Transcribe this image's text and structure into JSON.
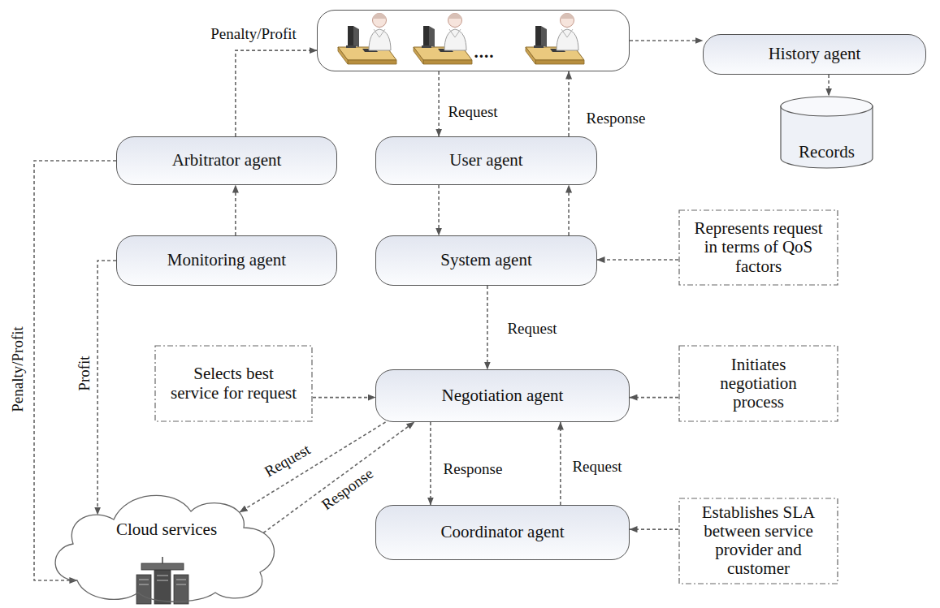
{
  "diagram": {
    "nodes": [
      {
        "text": [
          "...."
        ]
      },
      {
        "text": [
          "History agent"
        ]
      },
      {
        "text": [
          "Arbitrator agent"
        ]
      },
      {
        "text": [
          "User agent"
        ]
      },
      {
        "text": [
          "Records"
        ]
      },
      {
        "text": [
          "Monitoring agent"
        ]
      },
      {
        "text": [
          "System agent"
        ]
      },
      {
        "text": [
          "Represents request in terms of QoS factors"
        ]
      },
      {
        "text": [
          "Selects best service for request"
        ]
      },
      {
        "text": [
          "Negotiation agent"
        ]
      },
      {
        "text": [
          "Initiates negotiation process"
        ]
      },
      {
        "text": [
          "Cloud services"
        ]
      },
      {
        "text": [
          "Coordinator agent"
        ]
      },
      {
        "text": [
          "Establishes SLA between service provider and customer"
        ]
      }
    ],
    "edges": [
      {
        "from": 2,
        "to": 0,
        "arrow": "to",
        "label": "Penalty/Profit"
      },
      {
        "from": 0,
        "to": 3,
        "arrow": "to",
        "label": "Request"
      },
      {
        "from": 3,
        "to": 0,
        "arrow": "to",
        "label": "Response"
      },
      {
        "from": 0,
        "to": 1,
        "arrow": "to"
      },
      {
        "from": 1,
        "to": 4,
        "arrow": "to"
      },
      {
        "from": 3,
        "to": 6,
        "arrow": "to"
      },
      {
        "from": 6,
        "to": 3,
        "arrow": "to"
      },
      {
        "from": 5,
        "to": 2,
        "arrow": "to"
      },
      {
        "from": 2,
        "to": 11,
        "arrow": "to",
        "label": "Penalty/Profit"
      },
      {
        "from": 5,
        "to": 11,
        "arrow": "to",
        "label": "Profit"
      },
      {
        "from": 7,
        "to": 6,
        "arrow": "to"
      },
      {
        "from": 6,
        "to": 9,
        "arrow": "to",
        "label": "Request"
      },
      {
        "from": 8,
        "to": 9,
        "arrow": "to"
      },
      {
        "from": 10,
        "to": 9,
        "arrow": "to"
      },
      {
        "from": 9,
        "to": 11,
        "arrow": "to",
        "label": "Request"
      },
      {
        "from": 11,
        "to": 9,
        "arrow": "to",
        "label": "Response"
      },
      {
        "from": 9,
        "to": 12,
        "arrow": "to",
        "label": "Response"
      },
      {
        "from": 12,
        "to": 9,
        "arrow": "to",
        "label": "Request"
      },
      {
        "from": 13,
        "to": 12,
        "arrow": "to"
      }
    ]
  }
}
